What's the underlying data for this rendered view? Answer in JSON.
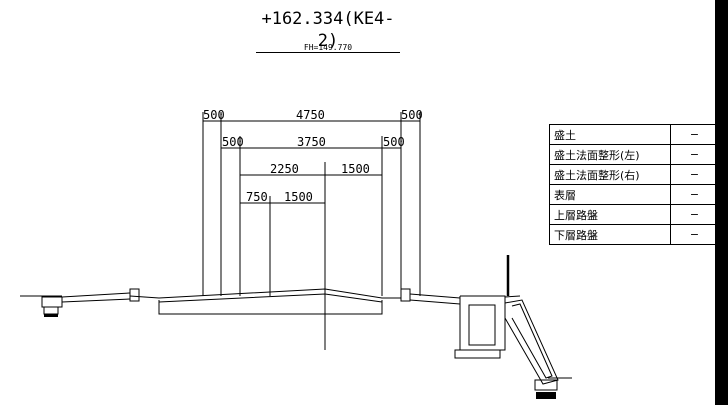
{
  "header": {
    "station": "+162.334(KE4-2)",
    "formation_height": "FH=149.770"
  },
  "dimensions": {
    "row1": [
      "500",
      "4750",
      "500"
    ],
    "row2": [
      "500",
      "3750",
      "500"
    ],
    "row3": [
      "2250",
      "1500"
    ],
    "row4": [
      "750",
      "1500"
    ]
  },
  "quantity_table": [
    {
      "name": "盛土",
      "value": "−"
    },
    {
      "name": "盛土法面整形(左)",
      "value": "−"
    },
    {
      "name": "盛土法面整形(右)",
      "value": "−"
    },
    {
      "name": "表層",
      "value": "−"
    },
    {
      "name": "上層路盤",
      "value": "−"
    },
    {
      "name": "下層路盤",
      "value": "−"
    }
  ]
}
